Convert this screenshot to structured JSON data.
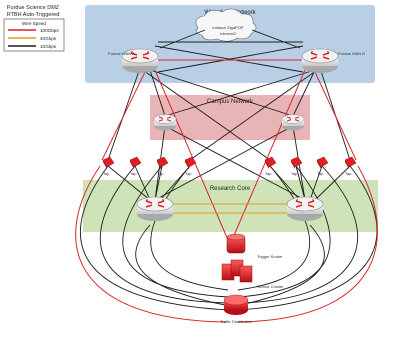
{
  "legend": {
    "title_line1": "Purdue Science DMZ",
    "title_line2": "RTBH Auto-Triggered",
    "header": "Wire Speed",
    "items": [
      {
        "label": "100Gbps",
        "color": "#d9262a"
      },
      {
        "label": "40Gbps",
        "color": "#e39a1c"
      },
      {
        "label": "10Gbps",
        "color": "#1c1c1c"
      }
    ]
  },
  "zones": {
    "wan": {
      "label": "Wide Area Network",
      "color": "#b9cfe6"
    },
    "campus": {
      "label": "Campus Network",
      "color": "#e8b4b6"
    },
    "research": {
      "label": "Research Core",
      "color": "#cfe3b8"
    }
  },
  "cloud": {
    "label_line1": "Indiana GigaPOP",
    "label_line2": "Internet2"
  },
  "routers": {
    "wan_left_label": "Purdue WAN A",
    "wan_right_label": "Purdue WAN B"
  },
  "taps": {
    "label": "Tap"
  },
  "stack": {
    "trigger_label": "Trigger Router",
    "sensor_label": "Sensor Cluster",
    "traffic_label": "Traffic Distribution"
  },
  "colors": {
    "router_body": "#e9e9e9",
    "router_arrows": "#d9262a",
    "tap": "#e01f25",
    "stack": "#e01f25"
  }
}
